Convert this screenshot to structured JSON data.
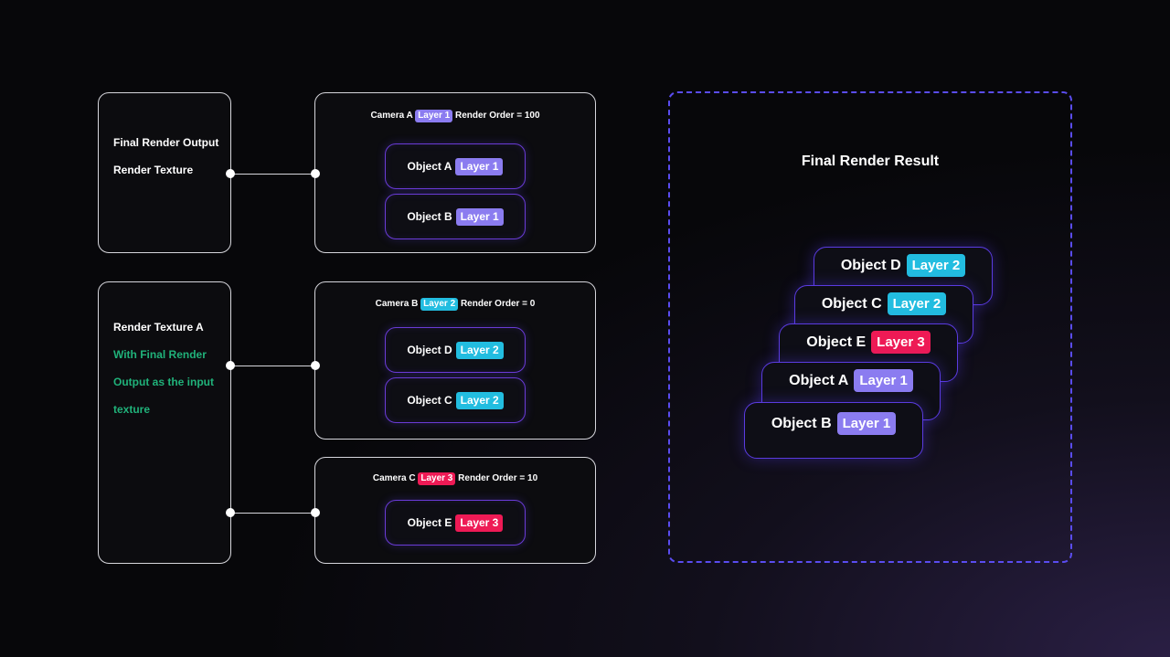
{
  "sources": {
    "final": {
      "line1": "Final Render Output",
      "line2": "Render Texture"
    },
    "texA": {
      "line1": "Render Texture A",
      "green1": "With Final Render",
      "green2": "Output as the input",
      "green3": "texture"
    }
  },
  "cameras": [
    {
      "name": "Camera A",
      "layer": "Layer 1",
      "order_label": "Render Order = 100",
      "objects": [
        {
          "name": "Object A",
          "layer": "Layer 1"
        },
        {
          "name": "Object B",
          "layer": "Layer 1"
        }
      ]
    },
    {
      "name": "Camera B",
      "layer": "Layer 2",
      "order_label": "Render Order = 0",
      "objects": [
        {
          "name": "Object D",
          "layer": "Layer 2"
        },
        {
          "name": "Object C",
          "layer": "Layer 2"
        }
      ]
    },
    {
      "name": "Camera C",
      "layer": "Layer 3",
      "order_label": "Render Order = 10",
      "objects": [
        {
          "name": "Object E",
          "layer": "Layer 3"
        }
      ]
    }
  ],
  "result": {
    "title": "Final Render Result",
    "stack": [
      {
        "name": "Object D",
        "layer": "Layer 2"
      },
      {
        "name": "Object C",
        "layer": "Layer 2"
      },
      {
        "name": "Object E",
        "layer": "Layer 3"
      },
      {
        "name": "Object A",
        "layer": "Layer 1"
      },
      {
        "name": "Object B",
        "layer": "Layer 1"
      }
    ]
  },
  "colors": {
    "layer1": "#8b7cf0",
    "layer2": "#22bde0",
    "layer3": "#ee1a55",
    "green_text": "#20b27a",
    "accent_border": "#5a4cf0"
  }
}
